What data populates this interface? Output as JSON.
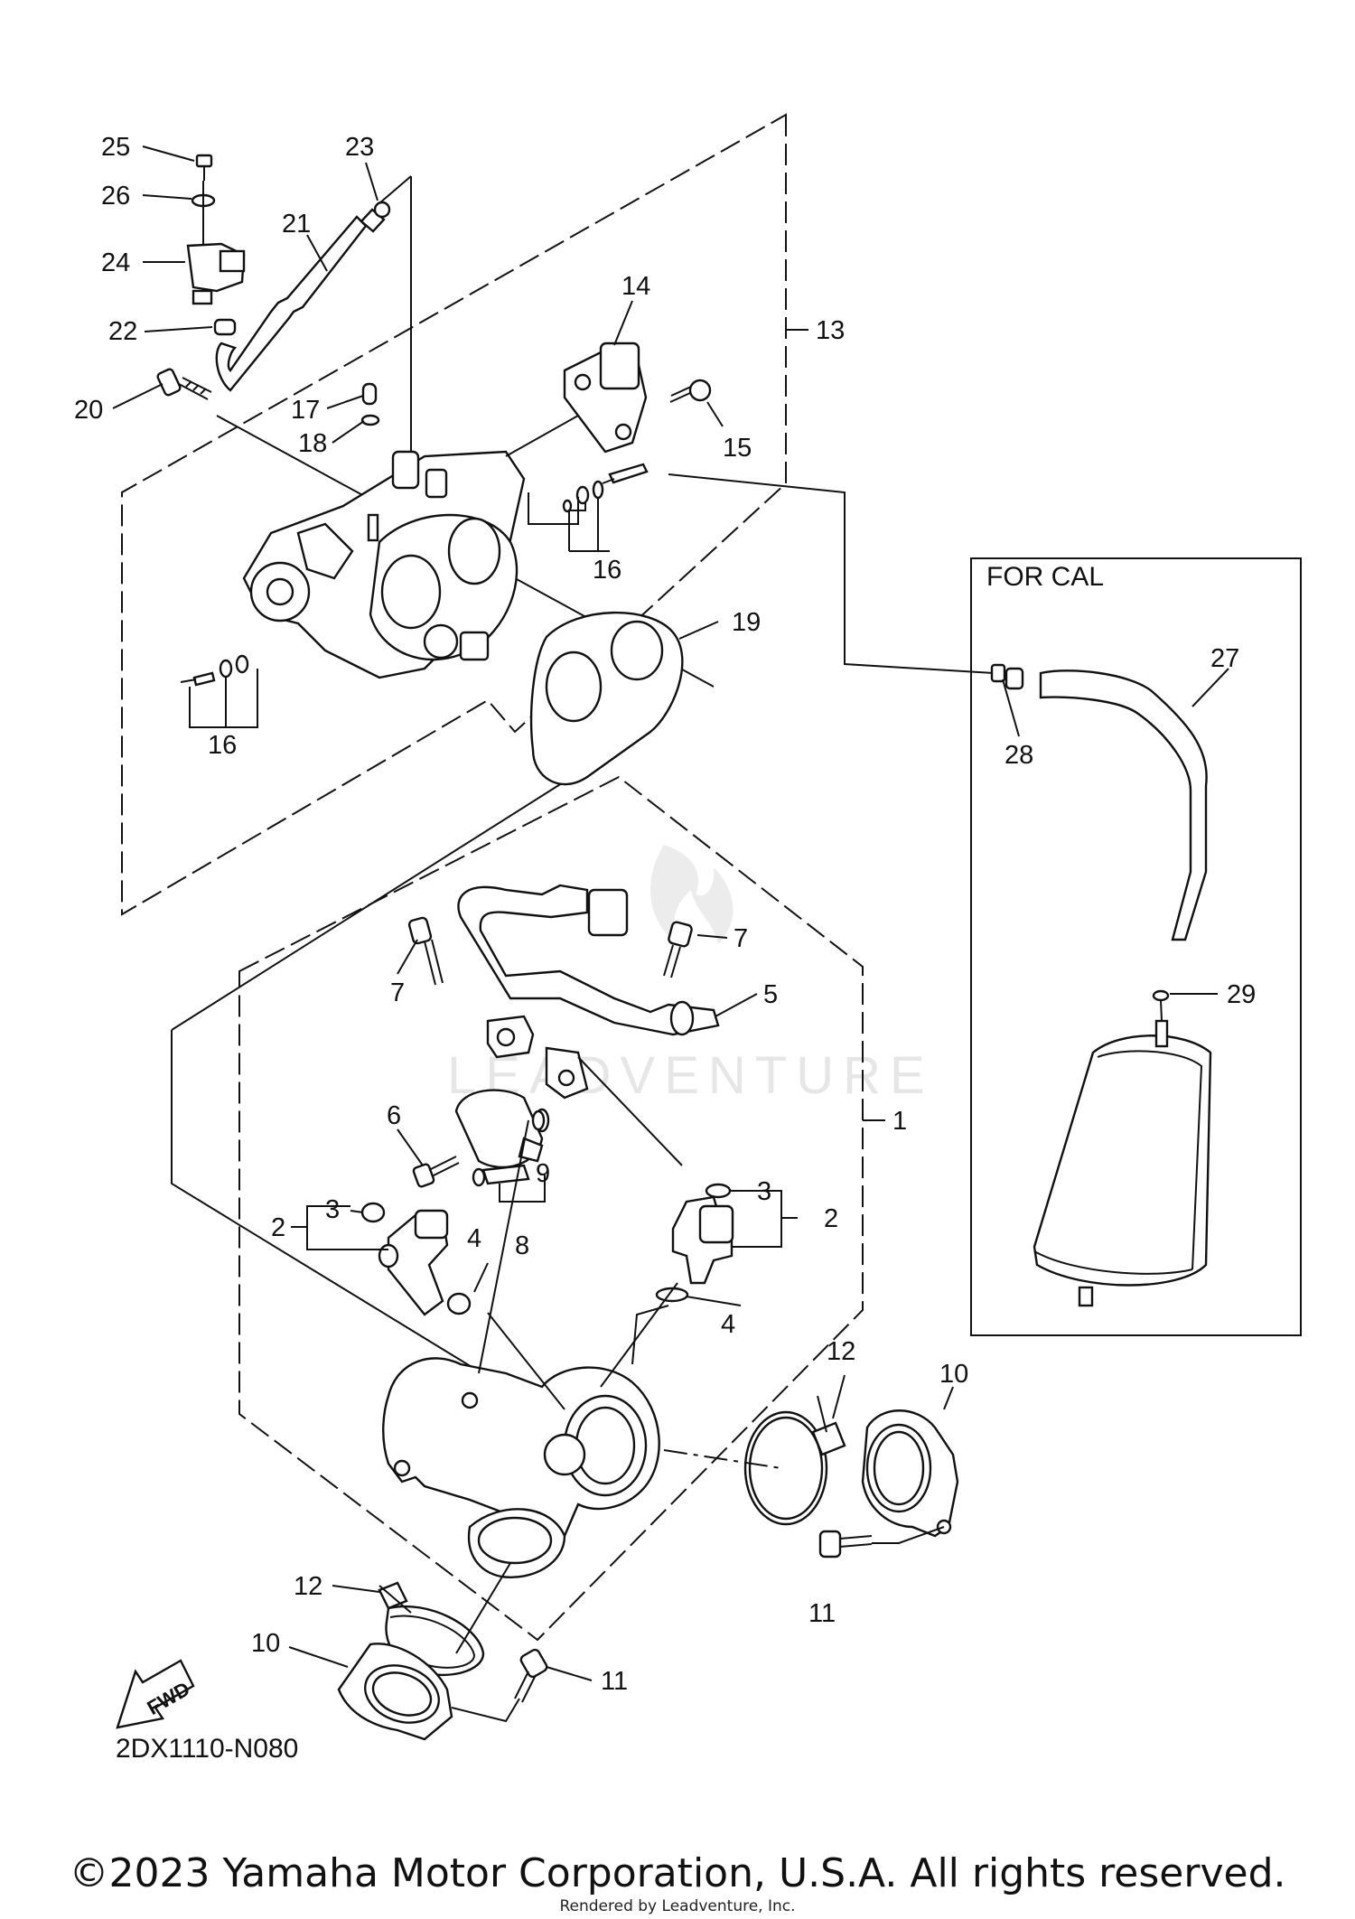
{
  "diagram": {
    "callouts": [
      {
        "id": "25",
        "label": "25"
      },
      {
        "id": "26",
        "label": "26"
      },
      {
        "id": "24",
        "label": "24"
      },
      {
        "id": "22",
        "label": "22"
      },
      {
        "id": "21",
        "label": "21"
      },
      {
        "id": "23",
        "label": "23"
      },
      {
        "id": "20",
        "label": "20"
      },
      {
        "id": "17",
        "label": "17"
      },
      {
        "id": "18",
        "label": "18"
      },
      {
        "id": "14",
        "label": "14"
      },
      {
        "id": "13",
        "label": "13"
      },
      {
        "id": "15",
        "label": "15"
      },
      {
        "id": "16a",
        "label": "16"
      },
      {
        "id": "16b",
        "label": "16"
      },
      {
        "id": "19",
        "label": "19"
      },
      {
        "id": "27",
        "label": "27"
      },
      {
        "id": "28",
        "label": "28"
      },
      {
        "id": "29",
        "label": "29"
      },
      {
        "id": "7a",
        "label": "7"
      },
      {
        "id": "7b",
        "label": "7"
      },
      {
        "id": "5",
        "label": "5"
      },
      {
        "id": "1",
        "label": "1"
      },
      {
        "id": "6",
        "label": "6"
      },
      {
        "id": "9",
        "label": "9"
      },
      {
        "id": "8",
        "label": "8"
      },
      {
        "id": "3a",
        "label": "3"
      },
      {
        "id": "2a",
        "label": "2"
      },
      {
        "id": "4a",
        "label": "4"
      },
      {
        "id": "3b",
        "label": "3"
      },
      {
        "id": "2b",
        "label": "2"
      },
      {
        "id": "4b",
        "label": "4"
      },
      {
        "id": "12a",
        "label": "12"
      },
      {
        "id": "10a",
        "label": "10"
      },
      {
        "id": "11a",
        "label": "11"
      },
      {
        "id": "12b",
        "label": "12"
      },
      {
        "id": "10b",
        "label": "10"
      },
      {
        "id": "11b",
        "label": "11"
      }
    ],
    "cal_box_title": "FOR CAL",
    "fwd_label": "FWD",
    "diagram_code": "2DX1110-N080",
    "watermark": "LEADVENTURE"
  },
  "footer": {
    "copyright": "©2023 Yamaha Motor Corporation, U.S.A. All rights reserved.",
    "rendered_by": "Rendered by Leadventure, Inc."
  }
}
